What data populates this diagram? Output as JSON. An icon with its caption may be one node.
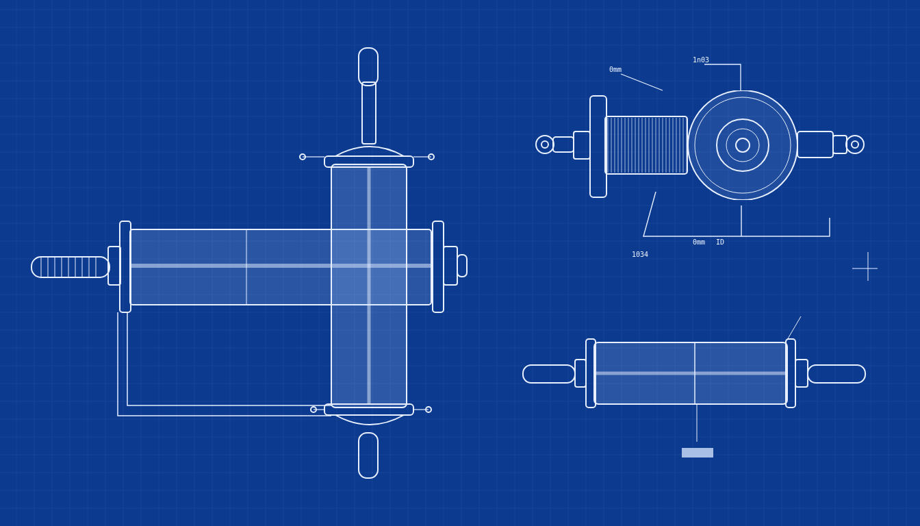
{
  "diagram": {
    "nodes": [
      {
        "text": [
          "0mm"
        ]
      },
      {
        "text": [],
        "shape": "picture"
      },
      {
        "text": [
          "1n03"
        ]
      }
    ],
    "edges": [
      {
        "from": 0,
        "to": 1,
        "arrow": "none"
      },
      {
        "from": 2,
        "to": 1,
        "arrow": "none"
      }
    ],
    "labels": [
      "0mm",
      "ID",
      "1034"
    ]
  }
}
